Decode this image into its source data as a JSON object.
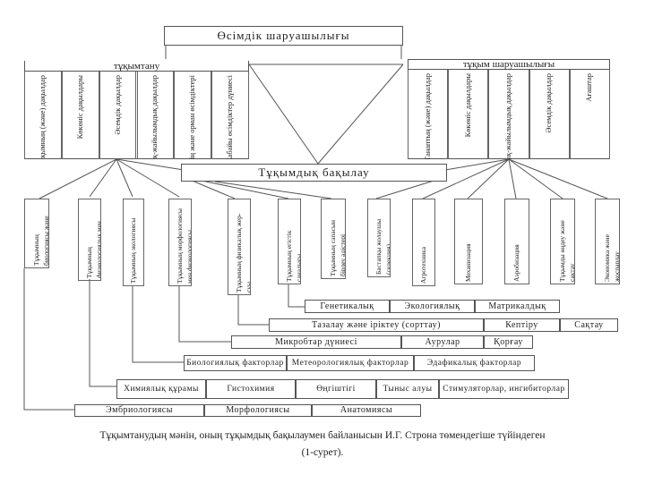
{
  "title": "Өсімдік шаруашылығы",
  "left_group": {
    "label": "тұқымтану",
    "columns": [
      "Тұқымның (және) дақылдар",
      "Көкөніс дақылдары",
      "Әсемдік дақылдар",
      "Шалғындық-жайылымдық дақылдар",
      "Жемістің және орман өсімдіктері",
      "Жабайы өсімдіктер дүниесі"
    ]
  },
  "right_group": {
    "label": "тұқым шаруашылығы",
    "columns": [
      "Танаптың (және) дақылдар",
      "Көкөніс дақылдары",
      "Шалғындық-жайылымдық дақылдар",
      "Әсемдік дақылдар",
      "Ағаштар"
    ]
  },
  "center": "Тұқымдық бақылау",
  "lower_columns": [
    "Тұқымның биологиясы және олардың физикалық-механикалық қасиеттері",
    "Тұқымның физиологиялық мен биохимиясы",
    "Тұқымның экологиясы",
    "Тұқымның морфологиясы мен физиологиясы",
    "Тұқымның физикалық жер-суы",
    "Тұқымның егістік саналығы",
    "Тұқымның сапасын бірлеу әдістері",
    "Бастапқы жолаушы (селекция)",
    "Агротехника",
    "Механизация",
    "Аэробизация",
    "Тұқымды өңдеу және сақтау",
    "Экономика және жоспарлау"
  ],
  "rows": [
    [
      "Генетикалық",
      "Экологиялық",
      "Матрикалдық"
    ],
    [
      "Тазалау және іріктеу (сорттау)",
      "Кептіру",
      "Сақтау"
    ],
    [
      "Микробтар дүниесі",
      "Аурулар",
      "Қорғау"
    ],
    [
      "Биологиялық факторлар",
      "Метеорологиялық факторлар",
      "Эдафикалық факторлар"
    ],
    [
      "Химиялық құрамы",
      "Гистохимия",
      "Өңгіштігі",
      "Тыныс алуы",
      "Стимуляторлар, ингибиторлар"
    ],
    [
      "Эмбриологиясы",
      "Морфологиясы",
      "Анатомиясы"
    ]
  ],
  "caption_line1": "Тұқымтанудың мәнін, оның тұқымдық бақылаумен байланысын И.Г. Строна төмендегіше түйіндеген",
  "caption_line2": "(1-сурет)."
}
